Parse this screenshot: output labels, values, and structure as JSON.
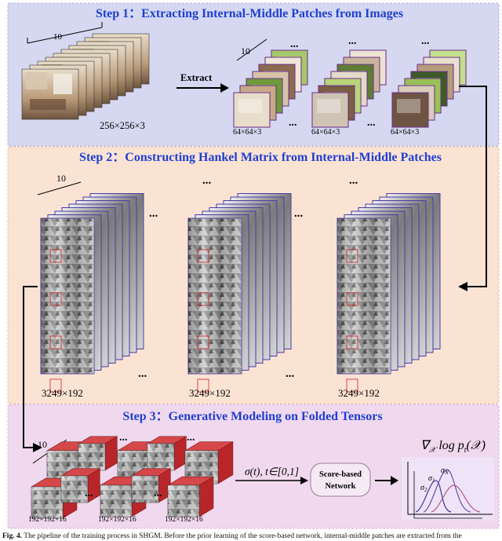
{
  "steps": {
    "step1": "Step 1：Extracting Internal-Middle Patches from Images",
    "step2": "Step 2：Constructing Hankel Matrix from Internal-Middle Patches",
    "step3": "Step 3：Generative Modeling on Folded Tensors"
  },
  "labels": {
    "ten_a": "10",
    "ten_b": "10",
    "ten_c": "10",
    "ten_d": "10",
    "image_size": "256×256×3",
    "extract": "Extract",
    "patch_1": "64×64×3",
    "patch_2": "64×64×3",
    "patch_3": "64×64×3",
    "hankel_1": "3249×192",
    "hankel_2": "3249×192",
    "hankel_3": "3249×192",
    "tensor_1": "192×192×16",
    "tensor_2": "192×192×16",
    "tensor_3": "192×192×16",
    "sigma": "σ(t), t∈[0,1]",
    "score_network": "Score-based\nNetwork",
    "gradient": "∇𝒳 log pₜ(𝒳)",
    "ellipsis": "..."
  },
  "caption": {
    "prefix": "Fig. 4.",
    "text": " The pipeline of the training process in SHGM. Before the prior learning of the score-based network, internal-middle patches are extracted from the"
  },
  "colors": {
    "step1_bg": "#d5d8f0",
    "step2_bg": "#fbe3d3",
    "step3_bg": "#f0d9ee",
    "title_blue": "#1f3fd1",
    "red_block": "#c8262a"
  }
}
